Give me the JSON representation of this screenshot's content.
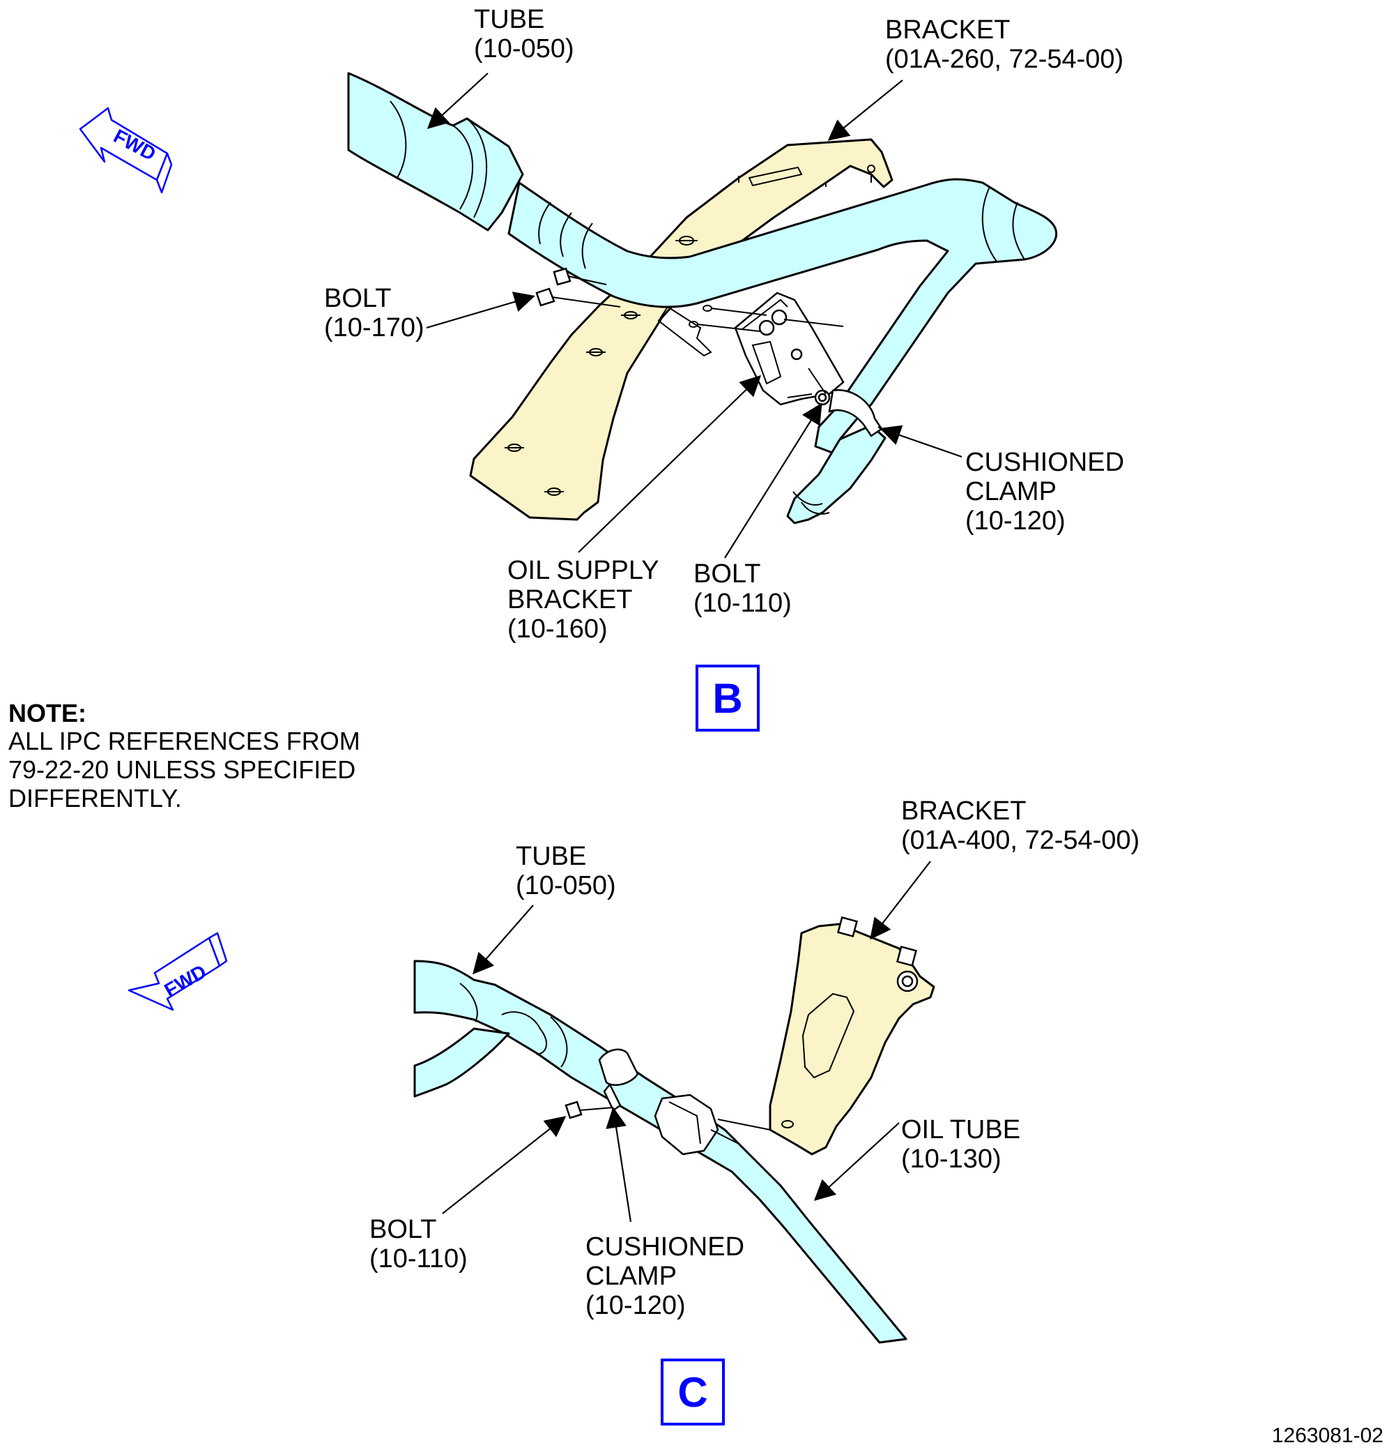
{
  "view_b": {
    "letter": "B",
    "fwd": "FWD",
    "tube": [
      "TUBE",
      "(10-050)"
    ],
    "bracket": [
      "BRACKET",
      "(01A-260, 72-54-00)"
    ],
    "bolt_upper": [
      "BOLT",
      "(10-170)"
    ],
    "cushioned_clamp": [
      "CUSHIONED",
      "CLAMP",
      "(10-120)"
    ],
    "oil_supply_bracket": [
      "OIL SUPPLY",
      "BRACKET",
      "(10-160)"
    ],
    "bolt_lower": [
      "BOLT",
      "(10-110)"
    ]
  },
  "note": {
    "title": "NOTE:",
    "lines": [
      "ALL IPC REFERENCES FROM",
      "79-22-20 UNLESS SPECIFIED",
      "DIFFERENTLY."
    ]
  },
  "view_c": {
    "letter": "C",
    "fwd": "FWD",
    "tube": [
      "TUBE",
      "(10-050)"
    ],
    "bracket": [
      "BRACKET",
      "(01A-400, 72-54-00)"
    ],
    "oil_tube": [
      "OIL TUBE",
      "(10-130)"
    ],
    "bolt": [
      "BOLT",
      "(10-110)"
    ],
    "cushioned_clamp": [
      "CUSHIONED",
      "CLAMP",
      "(10-120)"
    ]
  },
  "figure_number": "1263081-02",
  "colors": {
    "tube_fill": "#ccffff",
    "bracket_fill": "#fbf4c8",
    "view_marker": "#0000ff"
  }
}
